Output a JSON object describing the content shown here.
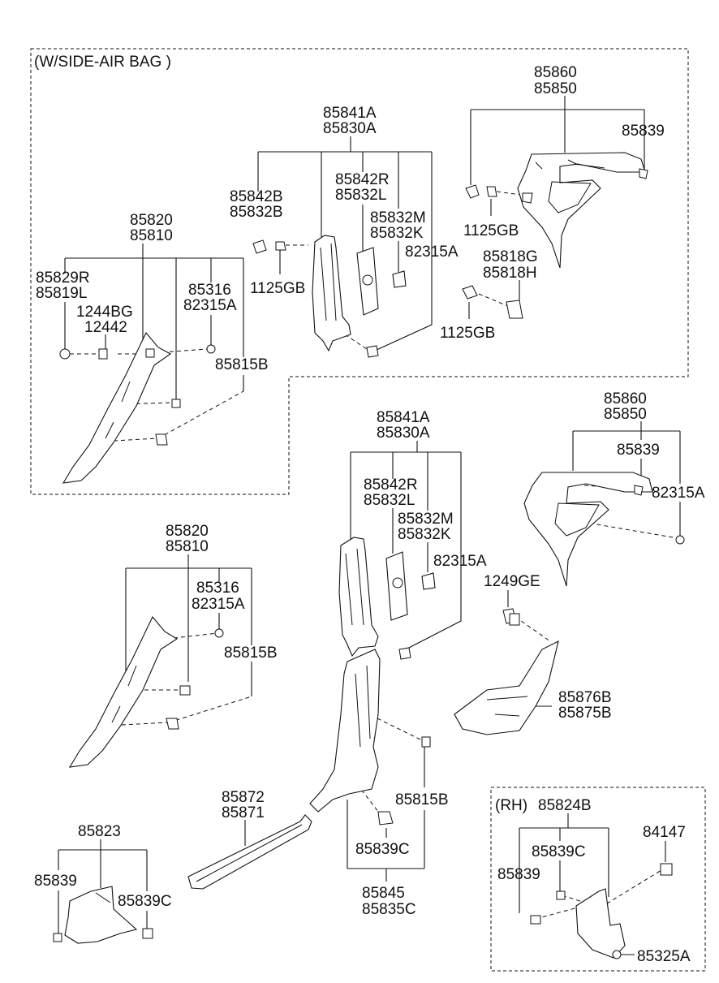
{
  "sections": {
    "side_airbag": "(W/SIDE-AIR BAG )",
    "rh_prefix": "(RH)"
  },
  "labels": {
    "a1": [
      "85860",
      "85850"
    ],
    "a2": "85839",
    "a3": [
      "85841A",
      "85830A"
    ],
    "a4": [
      "85842R",
      "85832L"
    ],
    "a5": [
      "85842B",
      "85832B"
    ],
    "a6": [
      "85832M",
      "85832K"
    ],
    "a7": "1125GB",
    "a8": "82315A",
    "a9": [
      "85818G",
      "85818H"
    ],
    "a10": "1125GB",
    "a11": "1125GB",
    "a12": [
      "85820",
      "85810"
    ],
    "a13": [
      "85829R",
      "85819L"
    ],
    "a14": [
      "1244BG",
      "12442"
    ],
    "a15": [
      "85316",
      "82315A"
    ],
    "a16": "85815B",
    "b1": [
      "85860",
      "85850"
    ],
    "b2": "85839",
    "b3": "82315A",
    "b4": [
      "85841A",
      "85830A"
    ],
    "b5": [
      "85842R",
      "85832L"
    ],
    "b6": [
      "85832M",
      "85832K"
    ],
    "b7": "82315A",
    "b8": "1249GE",
    "b9": [
      "85876B",
      "85875B"
    ],
    "b10": [
      "85820",
      "85810"
    ],
    "b11": [
      "85316",
      "82315A"
    ],
    "b12": "85815B",
    "b13": "85815B",
    "b14": [
      "85872",
      "85871"
    ],
    "b15": "85839C",
    "b16": [
      "85845",
      "85835C"
    ],
    "c1": "85823",
    "c2": "85839",
    "c3": "85839C",
    "d1": "85824B",
    "d2": "84147",
    "d3": "85839C",
    "d4": "85839",
    "d5": "85325A"
  }
}
